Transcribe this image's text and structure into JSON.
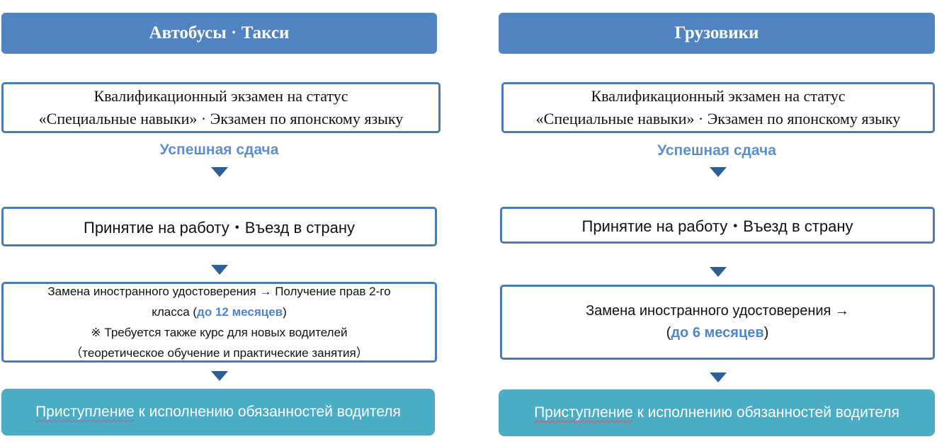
{
  "left": {
    "header": "Автобусы · Такси",
    "exam_line1": "Квалификационный экзамен на статус",
    "exam_line2": "«Специальные навыки» · Экзамен по японскому языку",
    "pass": "Успешная сдача",
    "employment": "Принятие на работу・Въезд в страну",
    "license_line1": "Замена иностранного удостоверения → Получение прав 2-го",
    "license_line2_pre": "класса (",
    "license_highlight": "до 12 месяцев",
    "license_line2_post": ")",
    "license_note1": "※ Требуется также курс для новых водителей",
    "license_note2": "（теоретическое обучение и практические занятия）",
    "final_underlined": "Приступление",
    "final_rest": " к исполнению обязанностей водителя"
  },
  "right": {
    "header": "Грузовики",
    "exam_line1": "Квалификационный экзамен на статус",
    "exam_line2": "«Специальные навыки» · Экзамен по японскому языку",
    "pass": "Успешная сдача",
    "employment": "Принятие на работу・Въезд в страну",
    "license_line1": "Замена иностранного удостоверения →",
    "license_line2_pre": "(",
    "license_highlight": "до 6 месяцев",
    "license_line2_post": ")",
    "final_underlined": "Приступление",
    "final_rest": " к исполнению обязанностей водителя"
  },
  "colors": {
    "header_bg": "#5083bf",
    "box_border": "#4b79b8",
    "arrow": "#2d5e96",
    "pass_text": "#5b8fd1",
    "highlight_text": "#4a86cf",
    "final_bg": "#4bacc6"
  }
}
